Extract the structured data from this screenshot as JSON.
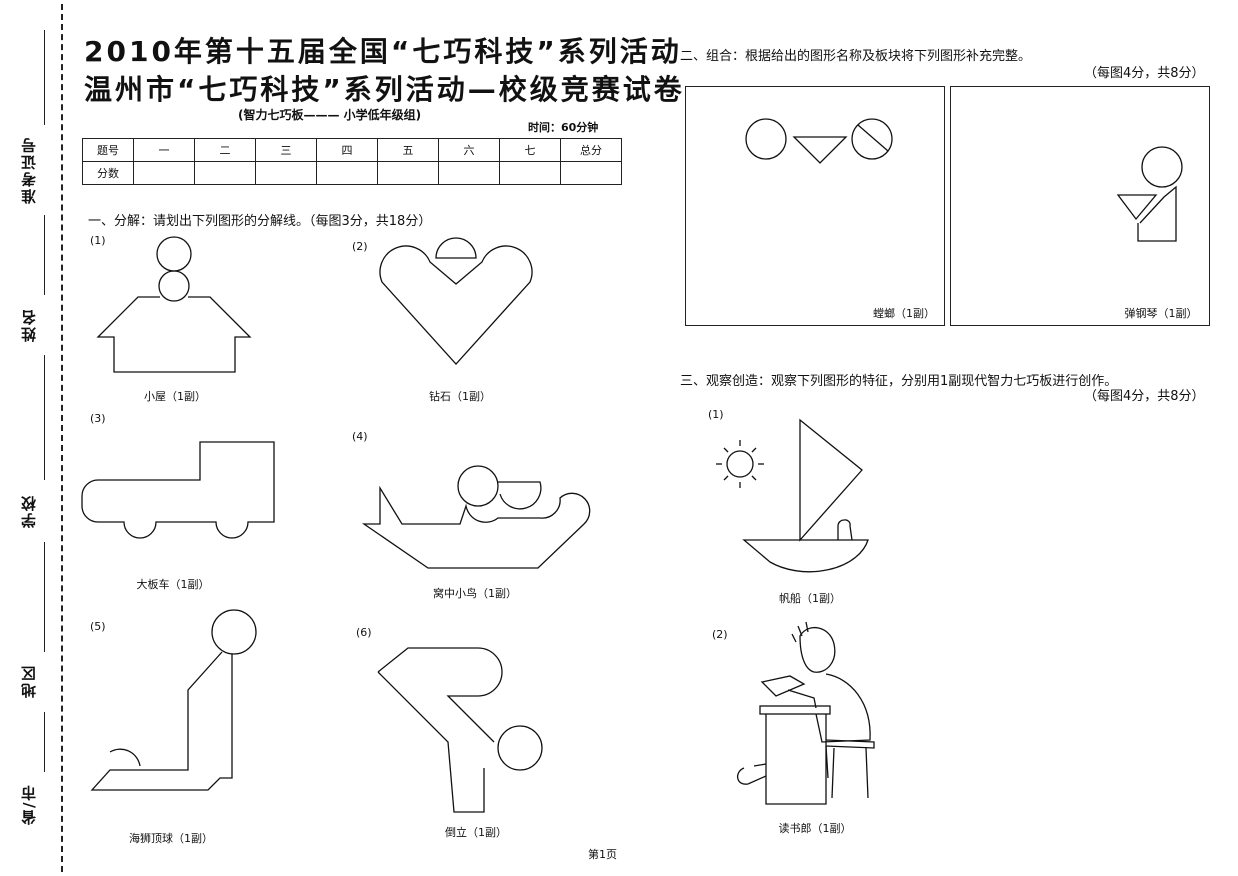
{
  "side": {
    "labels": [
      "准考证号",
      "姓名",
      "学校",
      "地区",
      "省/市"
    ]
  },
  "header": {
    "title_line1": "2010年第十五届全国“七巧科技”系列活动",
    "title_line2": "温州市“七巧科技”系列活动—校级竞赛试卷",
    "subtitle": "(智力七巧板——— 小学低年级组)",
    "time": "时间：60分钟"
  },
  "score_table": {
    "row1": [
      "题号",
      "一",
      "二",
      "三",
      "四",
      "五",
      "六",
      "七",
      "总分"
    ],
    "row2_label": "分数"
  },
  "section1": {
    "heading": "一、分解：请划出下列图形的分解线。（每图3分，共18分）",
    "items": [
      {
        "num": "(1)",
        "caption": "小屋（1副）"
      },
      {
        "num": "(2)",
        "caption": "钻石（1副）"
      },
      {
        "num": "(3)",
        "caption": "大板车（1副）"
      },
      {
        "num": "(4)",
        "caption": "窝中小鸟（1副）"
      },
      {
        "num": "(5)",
        "caption": "海狮顶球（1副）"
      },
      {
        "num": "(6)",
        "caption": "倒立（1副）"
      }
    ]
  },
  "section2": {
    "heading": "二、组合：根据给出的图形名称及板块将下列图形补充完整。",
    "score": "（每图4分，共8分）",
    "box1_caption": "螳螂（1副）",
    "box2_caption": "弹钢琴（1副）"
  },
  "section3": {
    "heading": "三、观察创造：观察下列图形的特征，分别用1副现代智力七巧板进行创作。",
    "score": "（每图4分，共8分）",
    "items": [
      {
        "num": "(1)",
        "caption": "帆船（1副）"
      },
      {
        "num": "(2)",
        "caption": "读书郎（1副）"
      }
    ]
  },
  "footer": {
    "page": "第1页"
  }
}
